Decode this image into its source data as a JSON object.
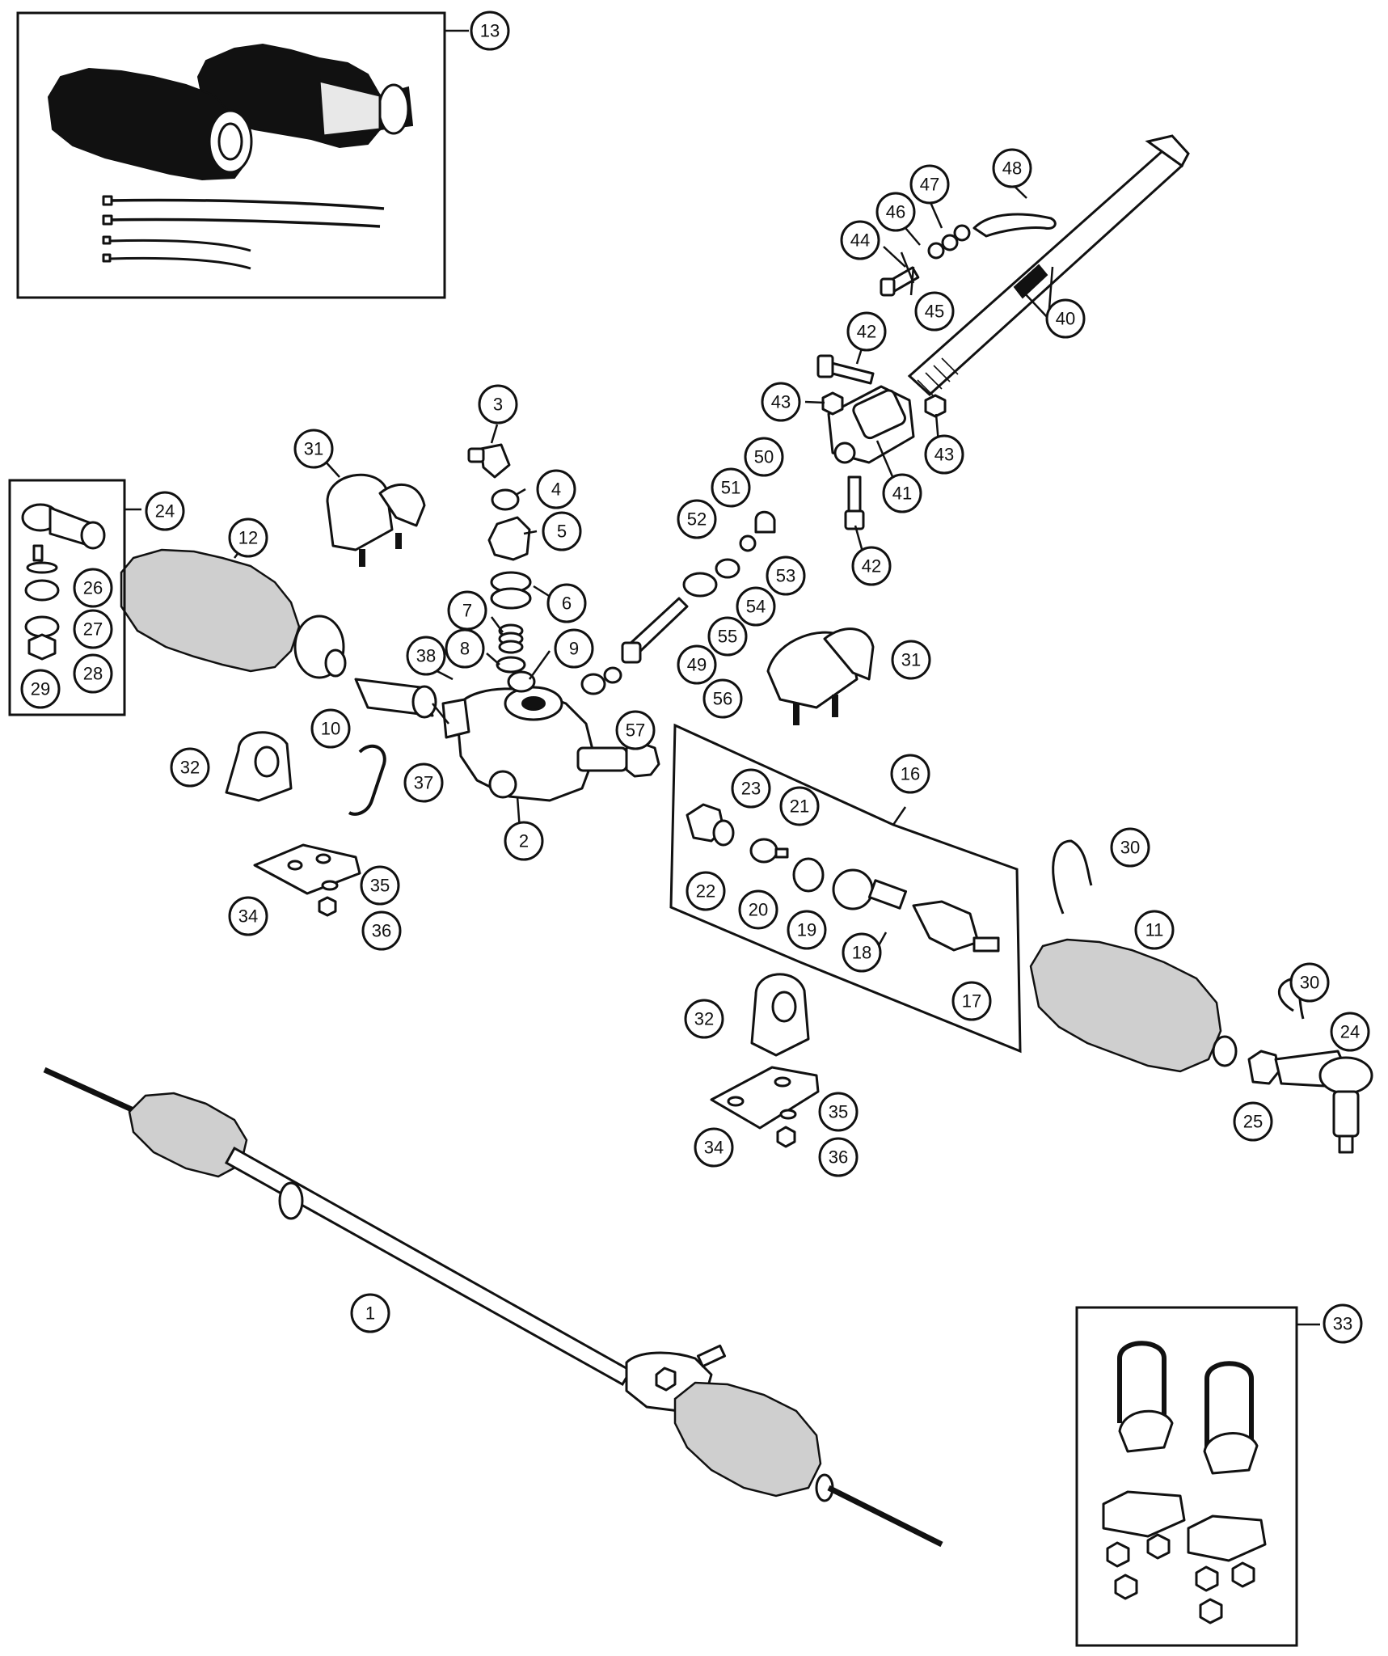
{
  "diagram": {
    "colors": {
      "ink": "#111111",
      "paper": "#ffffff"
    },
    "callouts": [
      {
        "id": "c13",
        "label": "13"
      },
      {
        "id": "c48",
        "label": "48"
      },
      {
        "id": "c47",
        "label": "47"
      },
      {
        "id": "c46",
        "label": "46"
      },
      {
        "id": "c44",
        "label": "44"
      },
      {
        "id": "c45",
        "label": "45"
      },
      {
        "id": "c40",
        "label": "40"
      },
      {
        "id": "c42a",
        "label": "42"
      },
      {
        "id": "c43a",
        "label": "43"
      },
      {
        "id": "c43b",
        "label": "43"
      },
      {
        "id": "c41",
        "label": "41"
      },
      {
        "id": "c42b",
        "label": "42"
      },
      {
        "id": "c3",
        "label": "3"
      },
      {
        "id": "c4",
        "label": "4"
      },
      {
        "id": "c5",
        "label": "5"
      },
      {
        "id": "c6",
        "label": "6"
      },
      {
        "id": "c7",
        "label": "7"
      },
      {
        "id": "c8",
        "label": "8"
      },
      {
        "id": "c9",
        "label": "9"
      },
      {
        "id": "c31a",
        "label": "31"
      },
      {
        "id": "c24a",
        "label": "24"
      },
      {
        "id": "c12",
        "label": "12"
      },
      {
        "id": "c26",
        "label": "26"
      },
      {
        "id": "c27",
        "label": "27"
      },
      {
        "id": "c28",
        "label": "28"
      },
      {
        "id": "c29",
        "label": "29"
      },
      {
        "id": "c50",
        "label": "50"
      },
      {
        "id": "c51",
        "label": "51"
      },
      {
        "id": "c52",
        "label": "52"
      },
      {
        "id": "c53",
        "label": "53"
      },
      {
        "id": "c54",
        "label": "54"
      },
      {
        "id": "c55",
        "label": "55"
      },
      {
        "id": "c49",
        "label": "49"
      },
      {
        "id": "c56",
        "label": "56"
      },
      {
        "id": "c57",
        "label": "57"
      },
      {
        "id": "c31b",
        "label": "31"
      },
      {
        "id": "c38",
        "label": "38"
      },
      {
        "id": "c10",
        "label": "10"
      },
      {
        "id": "c32a",
        "label": "32"
      },
      {
        "id": "c37",
        "label": "37"
      },
      {
        "id": "c2",
        "label": "2"
      },
      {
        "id": "c35a",
        "label": "35"
      },
      {
        "id": "c34a",
        "label": "34"
      },
      {
        "id": "c36a",
        "label": "36"
      },
      {
        "id": "c16",
        "label": "16"
      },
      {
        "id": "c23",
        "label": "23"
      },
      {
        "id": "c21",
        "label": "21"
      },
      {
        "id": "c22",
        "label": "22"
      },
      {
        "id": "c20",
        "label": "20"
      },
      {
        "id": "c19",
        "label": "19"
      },
      {
        "id": "c18",
        "label": "18"
      },
      {
        "id": "c17",
        "label": "17"
      },
      {
        "id": "c30a",
        "label": "30"
      },
      {
        "id": "c11",
        "label": "11"
      },
      {
        "id": "c30b",
        "label": "30"
      },
      {
        "id": "c24b",
        "label": "24"
      },
      {
        "id": "c25",
        "label": "25"
      },
      {
        "id": "c32b",
        "label": "32"
      },
      {
        "id": "c35b",
        "label": "35"
      },
      {
        "id": "c34b",
        "label": "34"
      },
      {
        "id": "c36b",
        "label": "36"
      },
      {
        "id": "c1",
        "label": "1"
      },
      {
        "id": "c33",
        "label": "33"
      }
    ]
  }
}
